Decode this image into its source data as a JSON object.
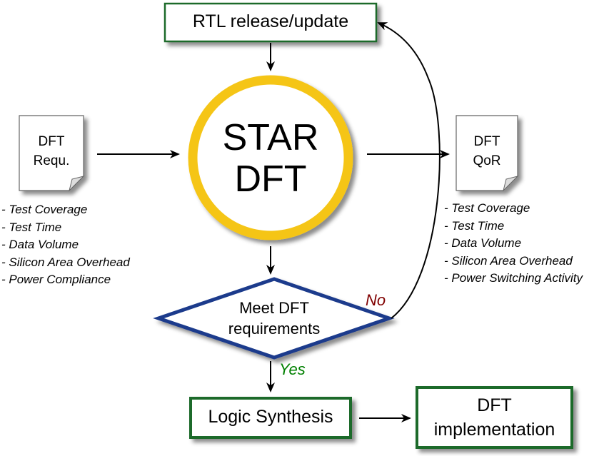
{
  "top_box": {
    "label": "RTL release/update"
  },
  "core": {
    "line1": "STAR",
    "line2": "DFT"
  },
  "input_doc": {
    "line1": "DFT",
    "line2": "Requ."
  },
  "output_doc": {
    "line1": "DFT",
    "line2": "QoR"
  },
  "input_list": [
    "- Test Coverage",
    "- Test Time",
    "- Data Volume",
    "- Silicon Area Overhead",
    "- Power Compliance"
  ],
  "output_list": [
    "- Test Coverage",
    "- Test Time",
    "- Data Volume",
    "- Silicon Area Overhead",
    "- Power Switching Activity"
  ],
  "decision": {
    "line1": "Meet DFT",
    "line2": "requirements"
  },
  "branch_no": "No",
  "branch_yes": "Yes",
  "synthesis_box": {
    "label": "Logic Synthesis"
  },
  "implementation_box": {
    "line1": "DFT",
    "line2": "implementation"
  },
  "colors": {
    "box_border": "#1f6b2a",
    "ring": "#f5c518",
    "diamond_border": "#1a3a8c",
    "no": "#800000",
    "yes": "#008000"
  }
}
